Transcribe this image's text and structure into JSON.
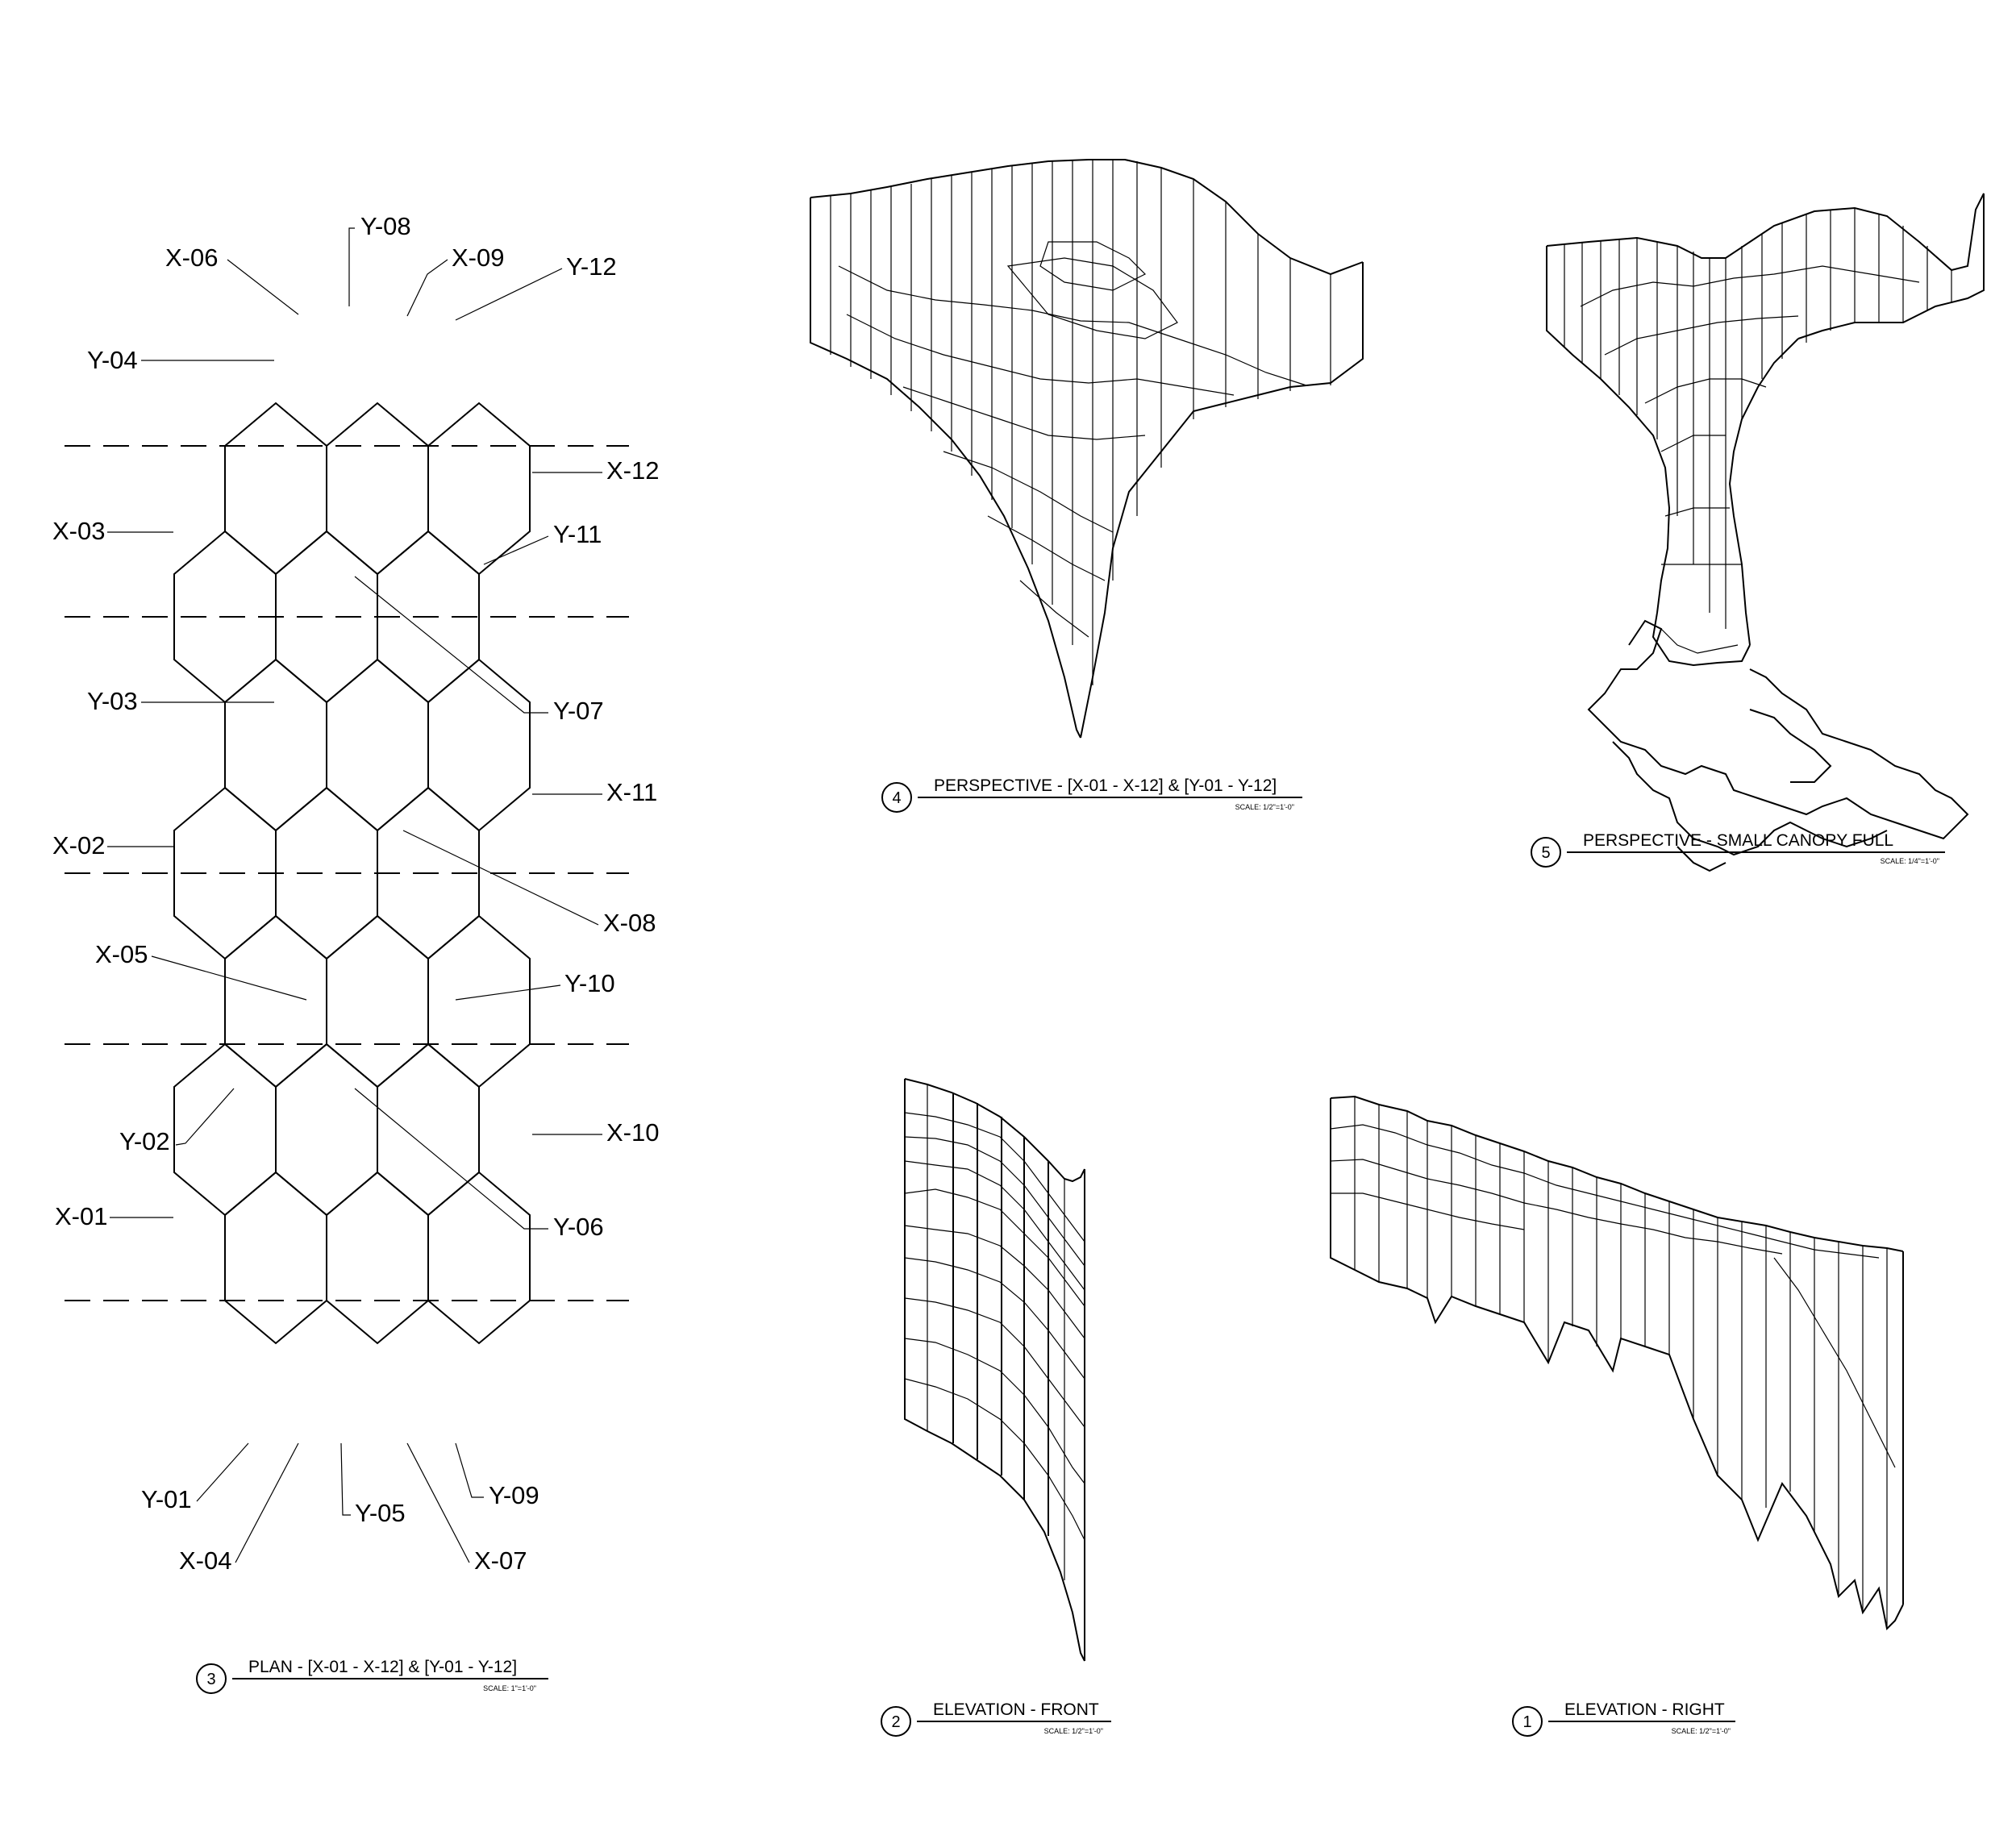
{
  "plan": {
    "labels": [
      "Y-08",
      "X-06",
      "X-09",
      "Y-12",
      "Y-04",
      "X-12",
      "X-03",
      "Y-11",
      "Y-07",
      "Y-03",
      "X-11",
      "X-02",
      "X-08",
      "X-05",
      "Y-10",
      "X-10",
      "Y-02",
      "Y-06",
      "X-01",
      "Y-01",
      "Y-05",
      "Y-09",
      "X-04",
      "X-07"
    ]
  },
  "views": [
    {
      "number": "3",
      "title": "PLAN - [X-01 - X-12] & [Y-01 - Y-12]",
      "scale": "SCALE: 1\"=1'-0\""
    },
    {
      "number": "4",
      "title": "PERSPECTIVE - [X-01 - X-12] & [Y-01 - Y-12]",
      "scale": "SCALE: 1/2\"=1'-0\""
    },
    {
      "number": "5",
      "title": "PERSPECTIVE - SMALL CANOPY FULL",
      "scale": "SCALE: 1/4\"=1'-0\""
    },
    {
      "number": "2",
      "title": "ELEVATION - FRONT",
      "scale": "SCALE: 1/2\"=1'-0\""
    },
    {
      "number": "1",
      "title": "ELEVATION - RIGHT",
      "scale": "SCALE: 1/2\"=1'-0\""
    }
  ]
}
